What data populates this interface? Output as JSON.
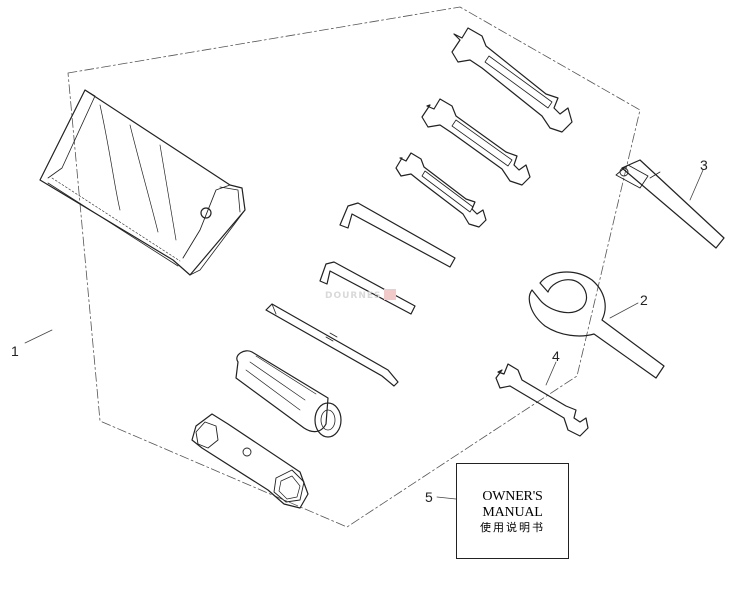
{
  "diagram": {
    "callouts": [
      {
        "id": "1",
        "label": "1"
      },
      {
        "id": "2",
        "label": "2"
      },
      {
        "id": "3",
        "label": "3"
      },
      {
        "id": "4",
        "label": "4"
      },
      {
        "id": "5",
        "label": "5"
      }
    ],
    "manual": {
      "title": "OWNER'S MANUAL",
      "subtitle": "使用说明书"
    },
    "watermark": "DOURNES"
  }
}
